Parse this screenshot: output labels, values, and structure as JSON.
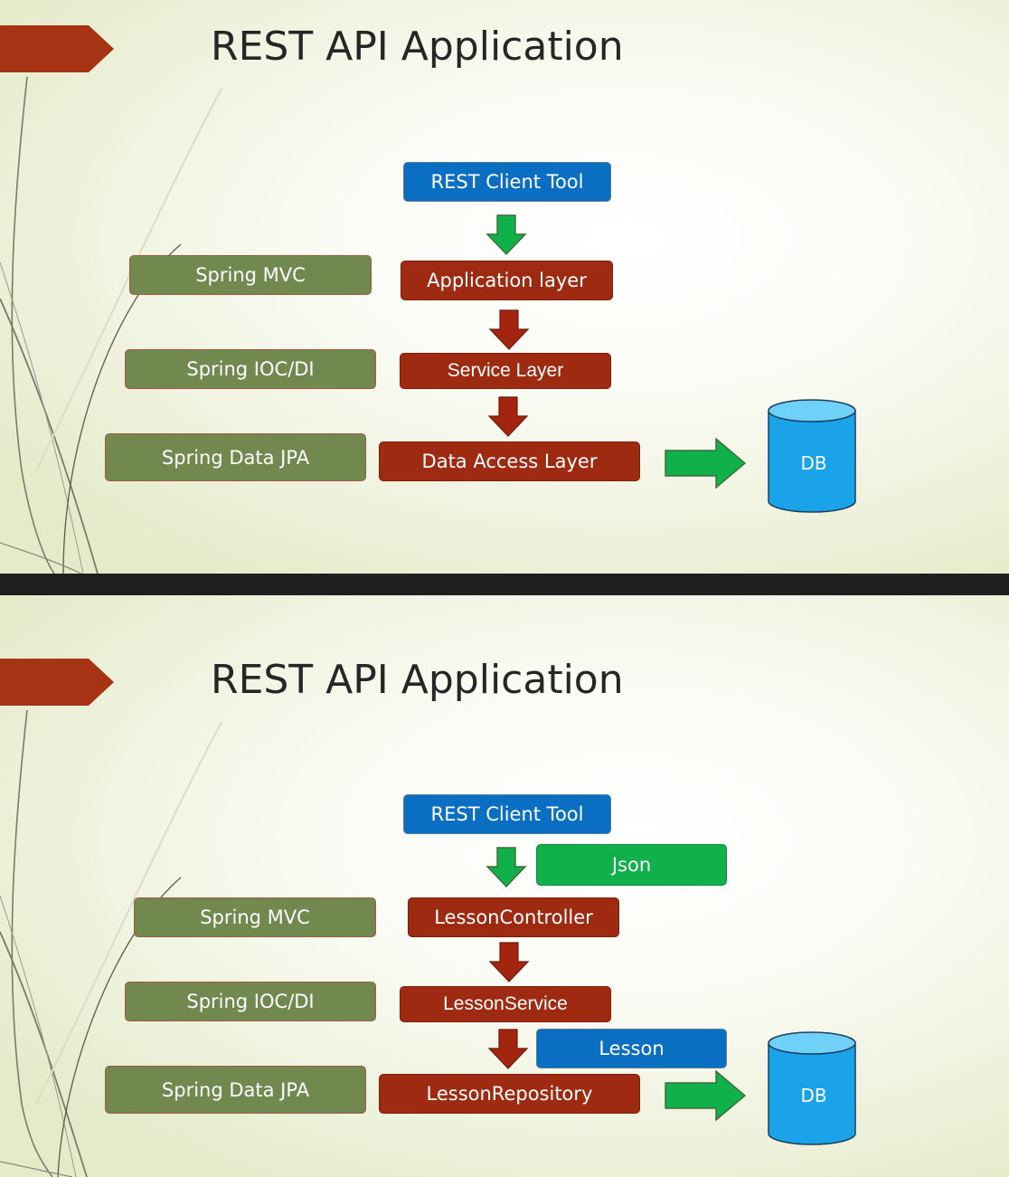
{
  "slides": [
    {
      "title": "REST API Application",
      "client": "REST Client Tool",
      "layers": [
        "Application layer",
        "Service Layer",
        "Data Access Layer"
      ],
      "frameworks": [
        "Spring MVC",
        "Spring IOC/DI",
        "Spring Data JPA"
      ],
      "db": "DB"
    },
    {
      "title": "REST API Application",
      "client": "REST Client Tool",
      "json_tag": "Json",
      "layers": [
        "LessonController",
        "LessonService",
        "LessonRepository"
      ],
      "entity_tag": "Lesson",
      "frameworks": [
        "Spring MVC",
        "Spring IOC/DI",
        "Spring Data JPA"
      ],
      "db": "DB"
    }
  ],
  "colors": {
    "client": "#0a6fc2",
    "layer": "#9e2a12",
    "framework": "#71894f",
    "arrow_green": "#10b04a",
    "arrow_red": "#a3240f",
    "db": "#1aa3e8",
    "db_top": "#6fd0f8"
  },
  "icons": [
    "title-tab-icon",
    "down-arrow-icon",
    "right-arrow-icon",
    "database-cylinder-icon"
  ]
}
